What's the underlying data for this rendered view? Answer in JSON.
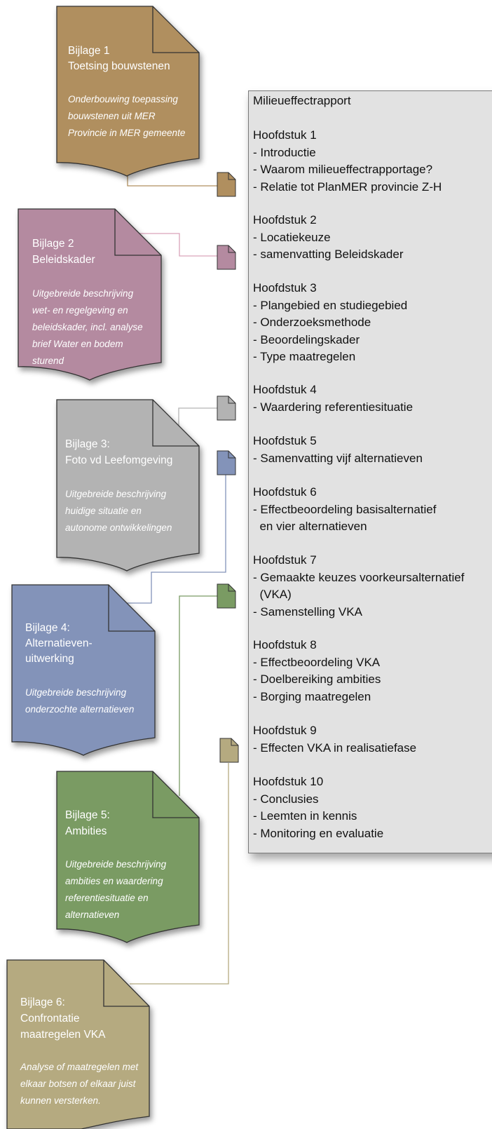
{
  "report": {
    "title": "Milieueffectrapport",
    "chapters": [
      {
        "heading": "Hoofdstuk 1",
        "lines": [
          "- Introductie",
          "- Waarom milieueffectrapportage?",
          "- Relatie tot PlanMER provincie Z-H"
        ]
      },
      {
        "heading": "Hoofdstuk 2",
        "lines": [
          "- Locatiekeuze",
          "- samenvatting Beleidskader"
        ]
      },
      {
        "heading": "Hoofdstuk 3",
        "lines": [
          "- Plangebied en studiegebied",
          "- Onderzoeksmethode",
          "- Beoordelingskader",
          "- Type maatregelen"
        ]
      },
      {
        "heading": "Hoofdstuk 4",
        "lines": [
          "- Waardering referentiesituatie"
        ]
      },
      {
        "heading": "Hoofdstuk 5",
        "lines": [
          "- Samenvatting vijf alternatieven"
        ]
      },
      {
        "heading": "Hoofdstuk 6",
        "lines": [
          "- Effectbeoordeling basisalternatief",
          "  en vier alternatieven"
        ]
      },
      {
        "heading": "Hoofdstuk 7",
        "lines": [
          "- Gemaakte keuzes voorkeursalternatief",
          "  (VKA)",
          "- Samenstelling VKA"
        ]
      },
      {
        "heading": "Hoofdstuk 8",
        "lines": [
          "- Effectbeoordeling VKA",
          "- Doelbereiking ambities",
          "- Borging maatregelen"
        ]
      },
      {
        "heading": "Hoofdstuk 9",
        "lines": [
          "- Effecten VKA in realisatiefase"
        ]
      },
      {
        "heading": "Hoofdstuk 10",
        "lines": [
          "- Conclusies",
          "- Leemten in kennis",
          "- Monitoring en evaluatie"
        ]
      }
    ]
  },
  "bijlagen": [
    {
      "color": "#b08f5f",
      "title": [
        "Bijlage 1",
        "Toetsing bouwstenen"
      ],
      "desc": [
        "Onderbouwing toepassing",
        "bouwstenen uit MER",
        "Provincie in MER gemeente"
      ]
    },
    {
      "color": "#b48aa0",
      "title": [
        "Bijlage 2",
        "Beleidskader"
      ],
      "desc": [
        "Uitgebreide beschrijving",
        "wet- en regelgeving en",
        "beleidskader, incl. analyse",
        "brief Water en bodem",
        "sturend"
      ]
    },
    {
      "color": "#b3b3b3",
      "title": [
        "Bijlage 3:",
        "Foto vd Leefomgeving"
      ],
      "desc": [
        "Uitgebreide beschrijving",
        "huidige situatie en",
        "autonome ontwikkelingen"
      ]
    },
    {
      "color": "#8393b9",
      "title": [
        "Bijlage 4:",
        "Alternatieven-",
        "uitwerking"
      ],
      "desc": [
        "Uitgebreide beschrijving",
        "onderzochte alternatieven"
      ]
    },
    {
      "color": "#7a9b63",
      "title": [
        "Bijlage 5:",
        "Ambities"
      ],
      "desc": [
        "Uitgebreide beschrijving",
        "ambities en waardering",
        "referentiesituatie en",
        "alternatieven"
      ]
    },
    {
      "color": "#b5aa80",
      "title": [
        "Bijlage 6:",
        "Confrontatie",
        "maatregelen VKA"
      ],
      "desc": [
        "Analyse of maatregelen met",
        "elkaar botsen of elkaar juist",
        "kunnen versterken."
      ]
    }
  ]
}
